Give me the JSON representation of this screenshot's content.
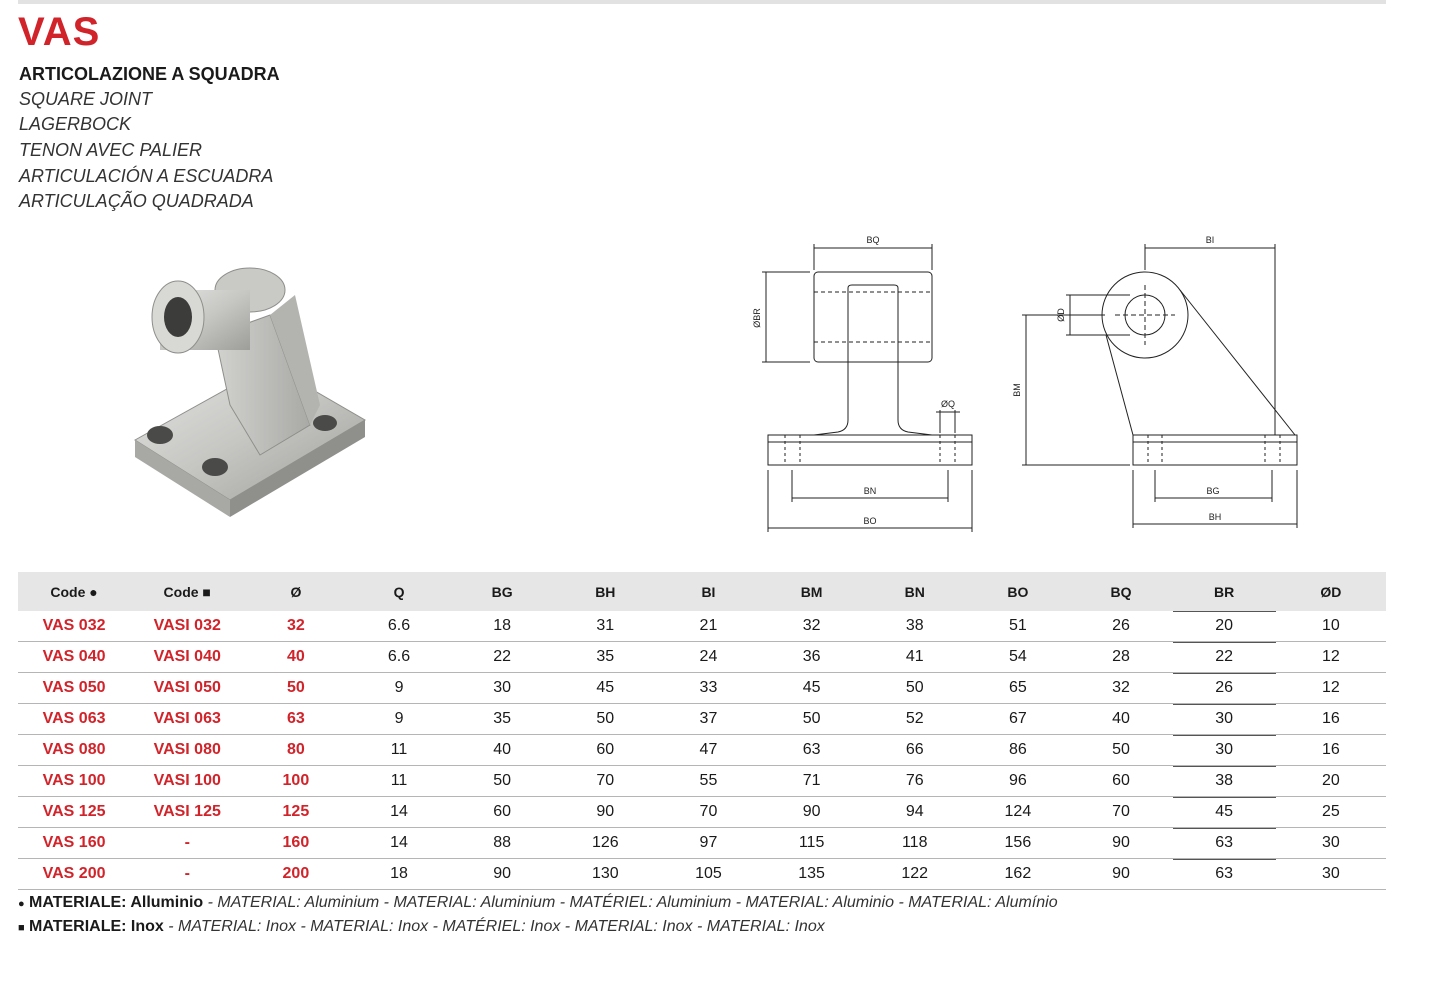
{
  "header": {
    "code": "VAS",
    "title_it": "ARTICOLAZIONE A SQUADRA",
    "translations": [
      "SQUARE JOINT",
      "LAGERBOCK",
      "TENON AVEC PALIER",
      "ARTICULACIÓN A ESCUADRA",
      "ARTICULAÇÃO QUADRADA"
    ]
  },
  "drawing_labels": {
    "bq": "BQ",
    "br": "ØBR",
    "q": "ØQ",
    "bn": "BN",
    "bo": "BO",
    "bi": "BI",
    "d": "ØD",
    "bm": "BM",
    "bg": "BG",
    "bh": "BH"
  },
  "table": {
    "headers": [
      "Code ●",
      "Code ■",
      "Ø",
      "Q",
      "BG",
      "BH",
      "BI",
      "BM",
      "BN",
      "BO",
      "BQ",
      "BR",
      "ØD"
    ],
    "rows": [
      [
        "VAS 032",
        "VASI 032",
        "32",
        "6.6",
        "18",
        "31",
        "21",
        "32",
        "38",
        "51",
        "26",
        "20",
        "10"
      ],
      [
        "VAS 040",
        "VASI 040",
        "40",
        "6.6",
        "22",
        "35",
        "24",
        "36",
        "41",
        "54",
        "28",
        "22",
        "12"
      ],
      [
        "VAS 050",
        "VASI 050",
        "50",
        "9",
        "30",
        "45",
        "33",
        "45",
        "50",
        "65",
        "32",
        "26",
        "12"
      ],
      [
        "VAS 063",
        "VASI 063",
        "63",
        "9",
        "35",
        "50",
        "37",
        "50",
        "52",
        "67",
        "40",
        "30",
        "16"
      ],
      [
        "VAS 080",
        "VASI 080",
        "80",
        "11",
        "40",
        "60",
        "47",
        "63",
        "66",
        "86",
        "50",
        "30",
        "16"
      ],
      [
        "VAS 100",
        "VASI 100",
        "100",
        "11",
        "50",
        "70",
        "55",
        "71",
        "76",
        "96",
        "60",
        "38",
        "20"
      ],
      [
        "VAS 125",
        "VASI 125",
        "125",
        "14",
        "60",
        "90",
        "70",
        "90",
        "94",
        "124",
        "70",
        "45",
        "25"
      ],
      [
        "VAS 160",
        "-",
        "160",
        "14",
        "88",
        "126",
        "97",
        "115",
        "118",
        "156",
        "90",
        "63",
        "30"
      ],
      [
        "VAS 200",
        "-",
        "200",
        "18",
        "90",
        "130",
        "105",
        "135",
        "122",
        "162",
        "90",
        "63",
        "30"
      ]
    ]
  },
  "notes": {
    "aluminium": {
      "marker": "●",
      "bold": "MATERIALE: Alluminio",
      "rest": " - MATERIAL: Aluminium - MATERIAL: Aluminium - MATÉRIEL: Aluminium - MATERIAL: Aluminio - MATERIAL: Alumínio"
    },
    "inox": {
      "marker": "■",
      "bold": "MATERIALE: Inox",
      "rest": " - MATERIAL: Inox - MATERIAL: Inox - MATÉRIEL: Inox - MATERIAL: Inox - MATERIAL: Inox"
    }
  },
  "colors": {
    "accent": "#d1232a",
    "header_bg": "#e6e6e6",
    "rule": "#b5b5b5"
  }
}
